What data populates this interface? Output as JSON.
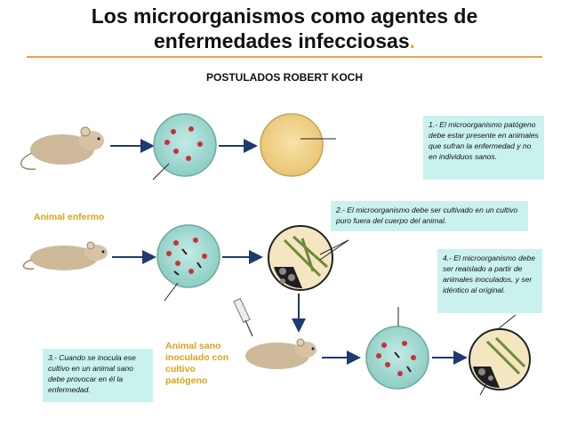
{
  "header": {
    "title_line1": "Los microorganismos como agentes de",
    "title_line2": "enfermedades infecciosas",
    "title_dot": ".",
    "subtitle": "POSTULADOS ROBERT KOCH"
  },
  "notes": {
    "note1": "1.- El microorganismo patógeno debe estar presente en animales que sufran la enfermedad y no en individuos sanos.",
    "note2": "2.- El microorganismo debe ser cultivado en un cultivo puro fuera del cuerpo del animal.",
    "note3": "3.- Cuando se inocula ese cultivo en un animal sano debe provocar en él la enfermedad.",
    "note4": "4.- El microorganismo debe ser reaislado a partir de animales inoculados, y ser idéntico al original."
  },
  "labels": {
    "sick_animal": "Animal enfermo",
    "healthy_animal": "Animal sano inoculado con cultivo patógeno"
  },
  "colors": {
    "title_dot": "#e8a24c",
    "rule": "#e8a24c",
    "note_bg": "#c9f2ef",
    "label_gold": "#d9a21b",
    "arrow": "#1f3b6e",
    "petri_teal": "#a8ddd5",
    "petri_cream": "#f3d58f",
    "bacteria_red": "#c8323a"
  },
  "icons": [
    "rat-icon",
    "petri-dish-icon",
    "microscope-view-icon",
    "syringe-icon",
    "arrow-right-icon",
    "arrow-down-icon"
  ]
}
